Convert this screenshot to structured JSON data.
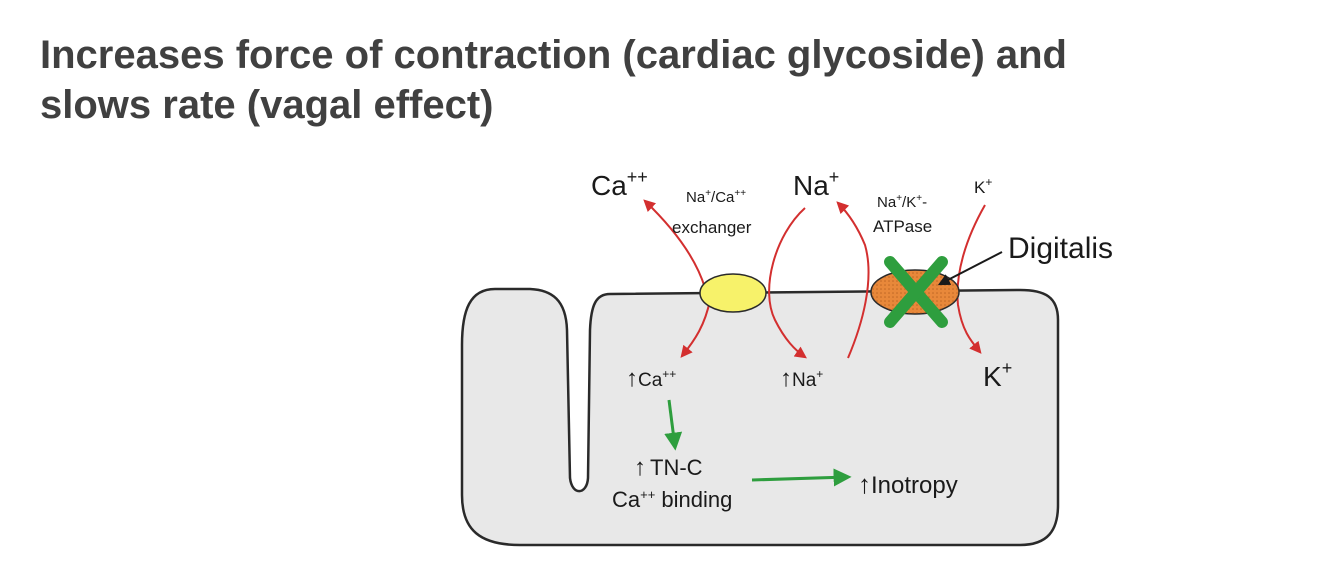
{
  "title": {
    "line1": "Increases force of contraction (cardiac glycoside) and",
    "line2": "slows rate (vagal effect)"
  },
  "labels": {
    "ca_out": "Ca",
    "ca_out_sup": "++",
    "na_out": "Na",
    "na_out_sup": "+",
    "k_out": "K",
    "k_out_sup": "+",
    "exchanger_line1_a": "Na",
    "exchanger_line1_sup1": "+",
    "exchanger_line1_b": "/Ca",
    "exchanger_line1_sup2": "++",
    "exchanger_line2": "exchanger",
    "pump_line1_a": "Na",
    "pump_line1_sup1": "+",
    "pump_line1_b": "/K",
    "pump_line1_sup2": "+",
    "pump_line1_c": "-",
    "pump_line2": "ATPase",
    "digitalis": "Digitalis",
    "ca_in_arrow": "↑",
    "ca_in": "Ca",
    "ca_in_sup": "++",
    "na_in_arrow": "↑",
    "na_in": "Na",
    "na_in_sup": "+",
    "k_in": "K",
    "k_in_sup": "+",
    "tnc_arrow": "↑",
    "tnc_line1": "TN-C",
    "tnc_line2_a": "Ca",
    "tnc_line2_sup": "++",
    "tnc_line2_b": " binding",
    "inotropy_arrow": "↑",
    "inotropy": "Inotropy"
  },
  "colors": {
    "title": "#404040",
    "cell_fill": "#e8e8e8",
    "cell_stroke": "#2a2a2a",
    "ion_arrow": "#d32f2f",
    "effect_arrow": "#2e9e3e",
    "exchanger_fill": "#f7f26a",
    "pump_fill": "#e8883a",
    "block_x": "#2e9e3e"
  },
  "icons": {
    "exchanger": "exchanger-oval",
    "pump": "atpase-pump-oval",
    "block": "inhibition-x-icon"
  }
}
